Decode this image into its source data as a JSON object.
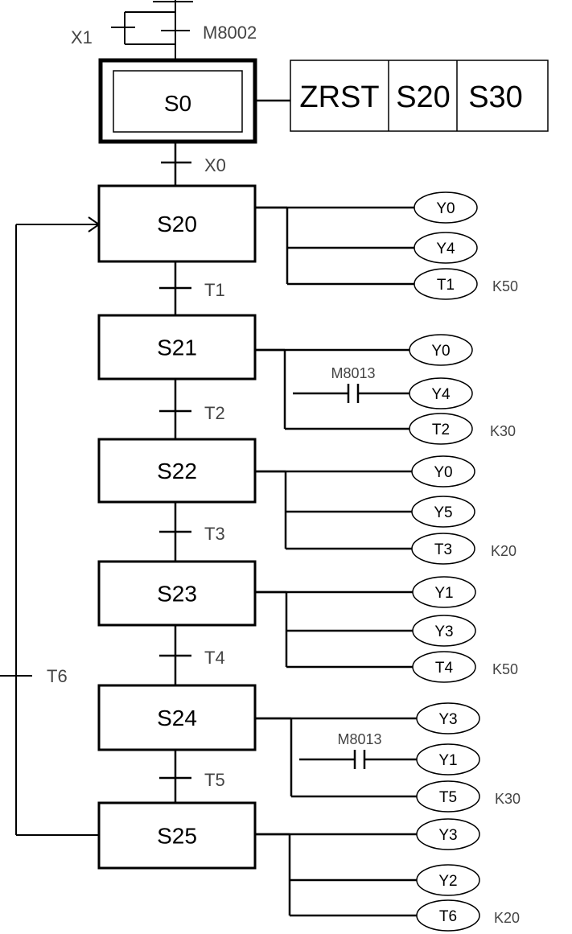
{
  "initial": {
    "input_x1": "X1",
    "input_m8002": "M8002",
    "step": "S0",
    "zrst": [
      "ZRST",
      "S20",
      "S30"
    ],
    "transition": "X0"
  },
  "steps": [
    {
      "name": "S20",
      "outputs": [
        "Y0",
        "Y4",
        "T1"
      ],
      "contact": null,
      "preset": "K50",
      "transition": "T1"
    },
    {
      "name": "S21",
      "outputs": [
        "Y0",
        "Y4",
        "T2"
      ],
      "contact": "M8013",
      "preset": "K30",
      "transition": "T2"
    },
    {
      "name": "S22",
      "outputs": [
        "Y0",
        "Y5",
        "T3"
      ],
      "contact": null,
      "preset": "K20",
      "transition": "T3"
    },
    {
      "name": "S23",
      "outputs": [
        "Y1",
        "Y3",
        "T4"
      ],
      "contact": null,
      "preset": "K50",
      "transition": "T4"
    },
    {
      "name": "S24",
      "outputs": [
        "Y3",
        "Y1",
        "T5"
      ],
      "contact": "M8013",
      "preset": "K30",
      "transition": "T5"
    },
    {
      "name": "S25",
      "outputs": [
        "Y3",
        "Y2",
        "T6"
      ],
      "contact": null,
      "preset": "K20",
      "transition": null
    }
  ],
  "loop_transition": "T6"
}
